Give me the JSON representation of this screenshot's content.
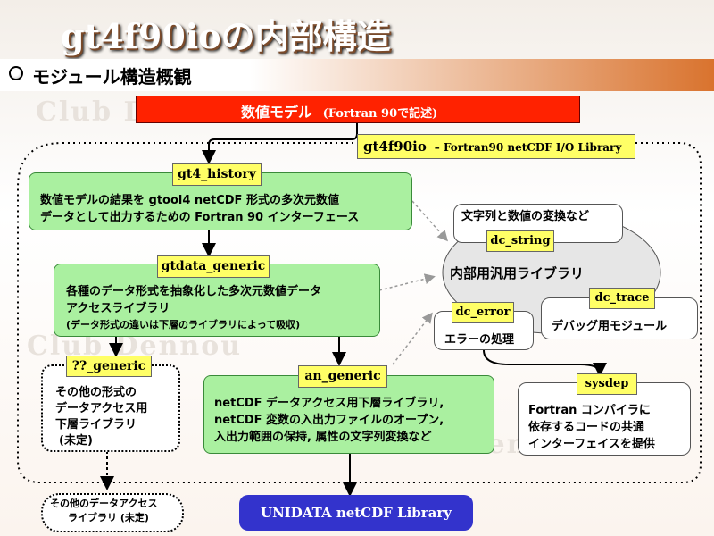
{
  "title": "gt4f90ioの内部構造",
  "subtitle": "モジュール構造概観",
  "watermark": "Club Dennou",
  "top_box": {
    "label": "数値モデル",
    "sub": "(Fortran 90で記述)",
    "color": "#ff2200"
  },
  "library": {
    "name": "gt4f90io",
    "desc": "– Fortran90 netCDF I/O Library"
  },
  "modules": {
    "gt4_history": {
      "name": "gt4_history",
      "line1": "数値モデルの結果を gtool4 netCDF 形式の多次元数値",
      "line2": "データとして出力するための Fortran 90 インターフェース"
    },
    "gtdata_generic": {
      "name": "gtdata_generic",
      "line1": "各種のデータ形式を抽象化した多次元数値データ",
      "line2": "アクセスライブラリ",
      "line3": "(データ形式の違いは下層のライブラリによって吸収)"
    },
    "q_generic": {
      "name": "??_generic",
      "line1": "その他の形式の",
      "line2": "データアクセス用",
      "line3": "下層ライブラリ",
      "line4": "(未定)"
    },
    "an_generic": {
      "name": "an_generic",
      "line1": "netCDF データアクセス用下層ライブラリ,",
      "line2": "netCDF 変数の入出力ファイルのオープン,",
      "line3": "入出力範囲の保持, 属性の文字列変換など"
    },
    "dc_string": {
      "name": "dc_string",
      "desc": "文字列と数値の変換など"
    },
    "dc_error": {
      "name": "dc_error",
      "desc": "エラーの処理"
    },
    "dc_trace": {
      "name": "dc_trace",
      "desc": "デバッグ用モジュール"
    },
    "sysdep": {
      "name": "sysdep",
      "line1": "Fortran コンパイラに",
      "line2": "依存するコードの共通",
      "line3": "インターフェイスを提供"
    }
  },
  "common_lib": "内部用汎用ライブラリ",
  "other_lib": {
    "line1": "その他のデータアクセス",
    "line2": "ライブラリ (未定)"
  },
  "unidata": {
    "label": "UNIDATA netCDF Library",
    "color": "#3333cc"
  }
}
